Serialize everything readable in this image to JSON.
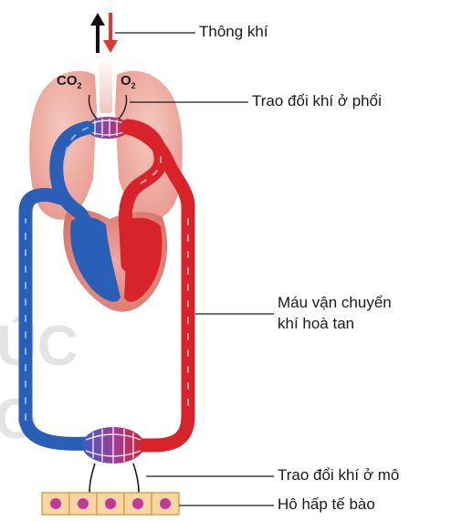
{
  "labels": {
    "ventilation": "Thông khí",
    "lung_exchange": "Trao đổi khí ở phổi",
    "blood_transport_line1": "Máu vận chuyển",
    "blood_transport_line2": "khí hoà tan",
    "tissue_exchange": "Trao đổi khí ở mô",
    "cell_respiration": "Hô hấp tế bào"
  },
  "gases": {
    "co2": "CO",
    "co2_sub": "2",
    "o2": "O",
    "o2_sub": "2"
  },
  "watermark": {
    "line1": "ÚC",
    "line2": "G"
  },
  "colors": {
    "deoxygenated_blood": "#2a5fb8",
    "oxygenated_blood": "#d8232a",
    "lung_tissue": "#f1b3a8",
    "heart_tissue": "#e9958c",
    "cell_fill": "#f7d6a6",
    "nucleus": "#c2389a",
    "label_lines": "#1a1a1a",
    "watermark": "#cfcfcf"
  }
}
